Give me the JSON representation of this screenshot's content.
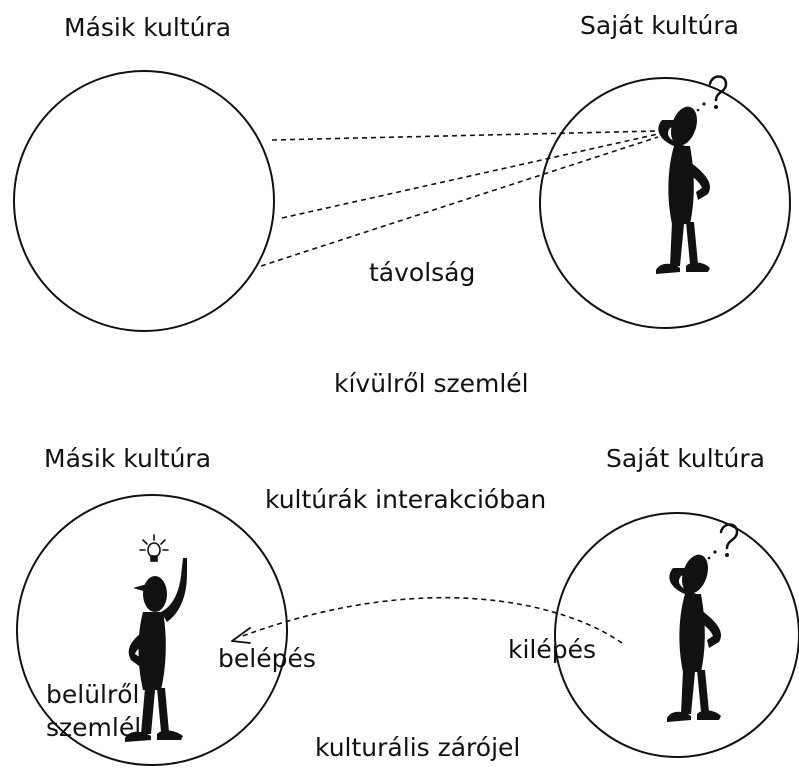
{
  "top": {
    "other_culture": "Másik kultúra",
    "own_culture": "Saját kultúra",
    "distance": "távolság",
    "caption": "kívülről szemlél"
  },
  "bottom": {
    "other_culture": "Másik kultúra",
    "own_culture": "Saját kultúra",
    "interaction": "kultúrák interakcióban",
    "enter": "belépés",
    "exit": "kilépés",
    "inside_view_line1": "belülről",
    "inside_view_line2": "szemlél",
    "caption": "kulturális zárójel"
  },
  "colors": {
    "ink": "#111111",
    "background": "#ffffff"
  }
}
